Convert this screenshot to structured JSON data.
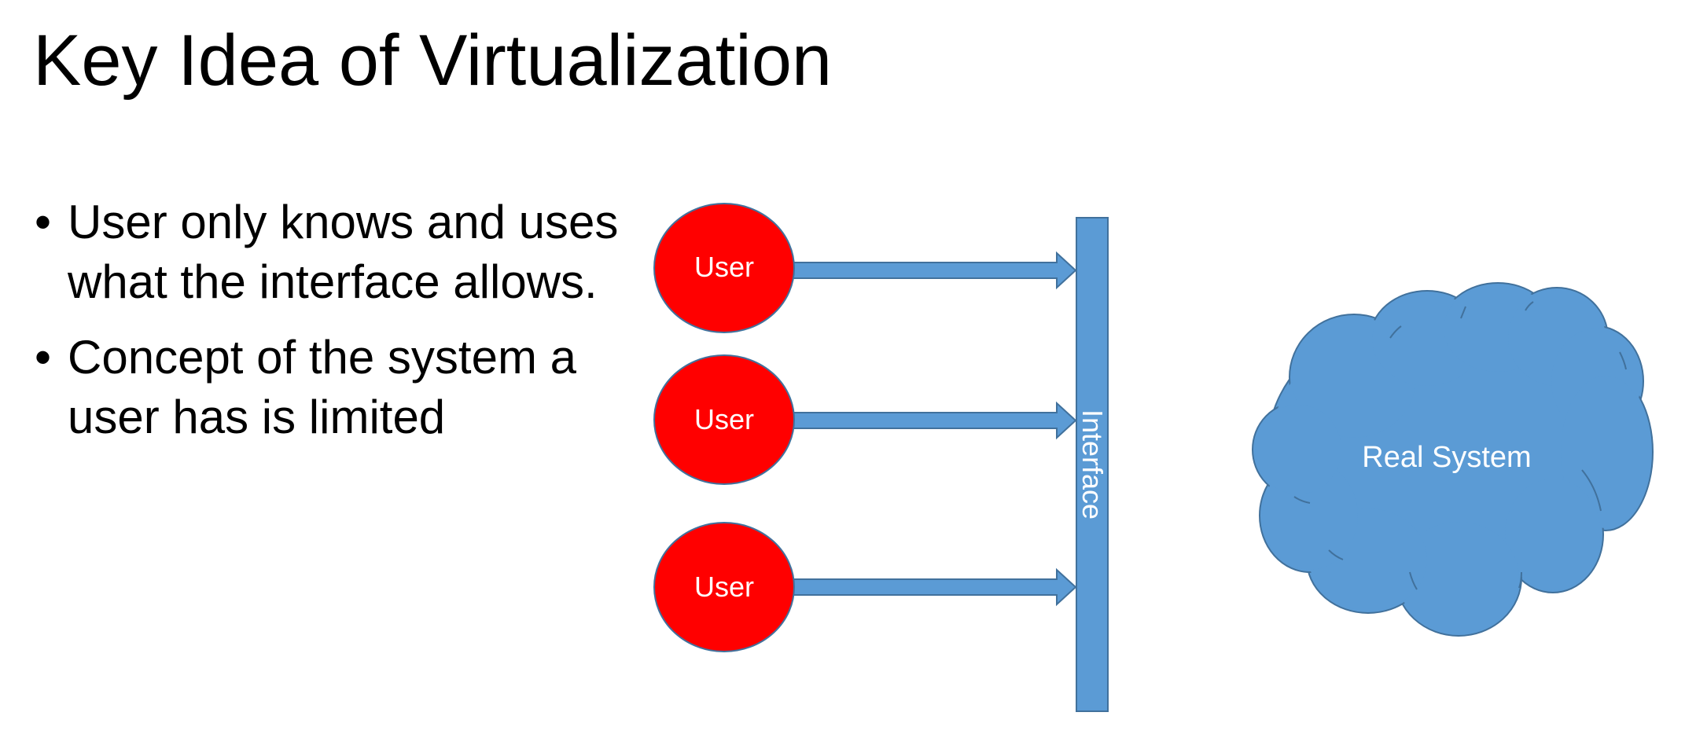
{
  "slide": {
    "title": "Key Idea of Virtualization",
    "bullets": [
      "User only knows and uses what the interface allows.",
      "Concept of the system a user has is limited"
    ]
  },
  "diagram": {
    "users": [
      {
        "label": "User"
      },
      {
        "label": "User"
      },
      {
        "label": "User"
      }
    ],
    "interface_label": "Interface",
    "cloud_label": "Real System"
  },
  "colors": {
    "user_fill": "#ff0000",
    "user_stroke": "#41719c",
    "blue_fill": "#5b9bd5",
    "blue_stroke": "#41719c",
    "text_on_shape": "#ffffff",
    "text": "#000000"
  }
}
